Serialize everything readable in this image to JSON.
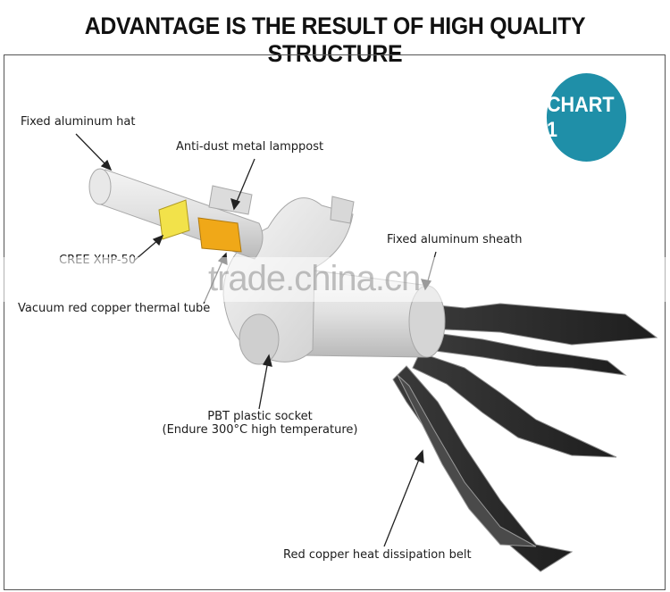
{
  "heading": "ADVANTAGE IS THE RESULT OF HIGH QUALITY STRUCTURE",
  "badge": "CHART 1",
  "labels": {
    "hat": "Fixed aluminum hat",
    "lamppost": "Anti-dust metal lamppost",
    "cree": "CREE XHP-50",
    "sheath": "Fixed aluminum sheath",
    "tube": "Vacuum red copper thermal tube",
    "socket_line1": "PBT plastic socket",
    "socket_line2": "(Endure 300°C high temperature)",
    "belt": "Red copper heat dissipation belt"
  },
  "watermark": "trade.china.cn",
  "colors": {
    "badge": "#1f8fa8",
    "body": "#e6e6e6",
    "belt_dark": "#2e2e2e",
    "led_yellow": "#f2e24a",
    "led_amber": "#f0a818"
  }
}
